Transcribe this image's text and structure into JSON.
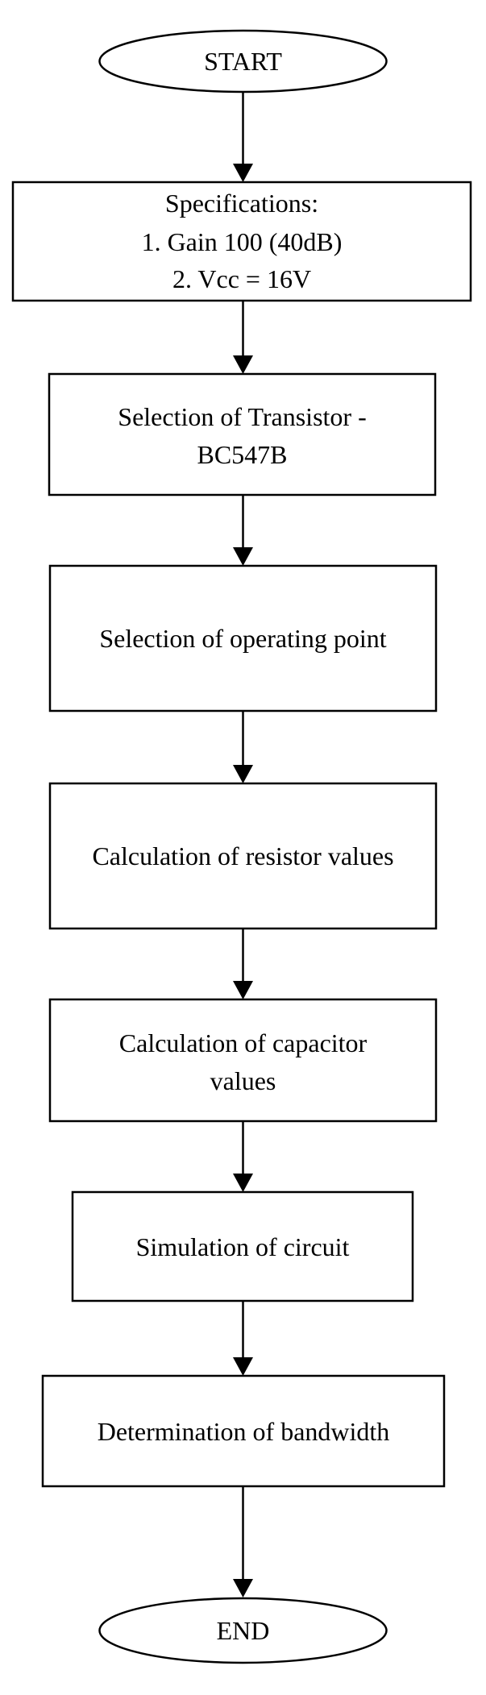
{
  "flowchart": {
    "nodes": [
      {
        "id": "start",
        "shape": "terminal",
        "lines": [
          "START"
        ]
      },
      {
        "id": "specifications",
        "shape": "process",
        "lines": [
          "Specifications:",
          "1. Gain 100 (40dB)",
          "2. Vcc = 16V"
        ]
      },
      {
        "id": "transistor",
        "shape": "process",
        "lines": [
          "Selection of Transistor -",
          "BC547B"
        ]
      },
      {
        "id": "operating-point",
        "shape": "process",
        "lines": [
          "Selection of operating point"
        ]
      },
      {
        "id": "resistors",
        "shape": "process",
        "lines": [
          "Calculation of resistor values"
        ]
      },
      {
        "id": "capacitors",
        "shape": "process",
        "lines": [
          "Calculation of capacitor",
          "values"
        ]
      },
      {
        "id": "simulation",
        "shape": "process",
        "lines": [
          "Simulation of circuit"
        ]
      },
      {
        "id": "bandwidth",
        "shape": "process",
        "lines": [
          "Determination of bandwidth"
        ]
      },
      {
        "id": "end",
        "shape": "terminal",
        "lines": [
          "END"
        ]
      }
    ],
    "edges": [
      [
        "start",
        "specifications"
      ],
      [
        "specifications",
        "transistor"
      ],
      [
        "transistor",
        "operating-point"
      ],
      [
        "operating-point",
        "resistors"
      ],
      [
        "resistors",
        "capacitors"
      ],
      [
        "capacitors",
        "simulation"
      ],
      [
        "simulation",
        "bandwidth"
      ],
      [
        "bandwidth",
        "end"
      ]
    ]
  }
}
